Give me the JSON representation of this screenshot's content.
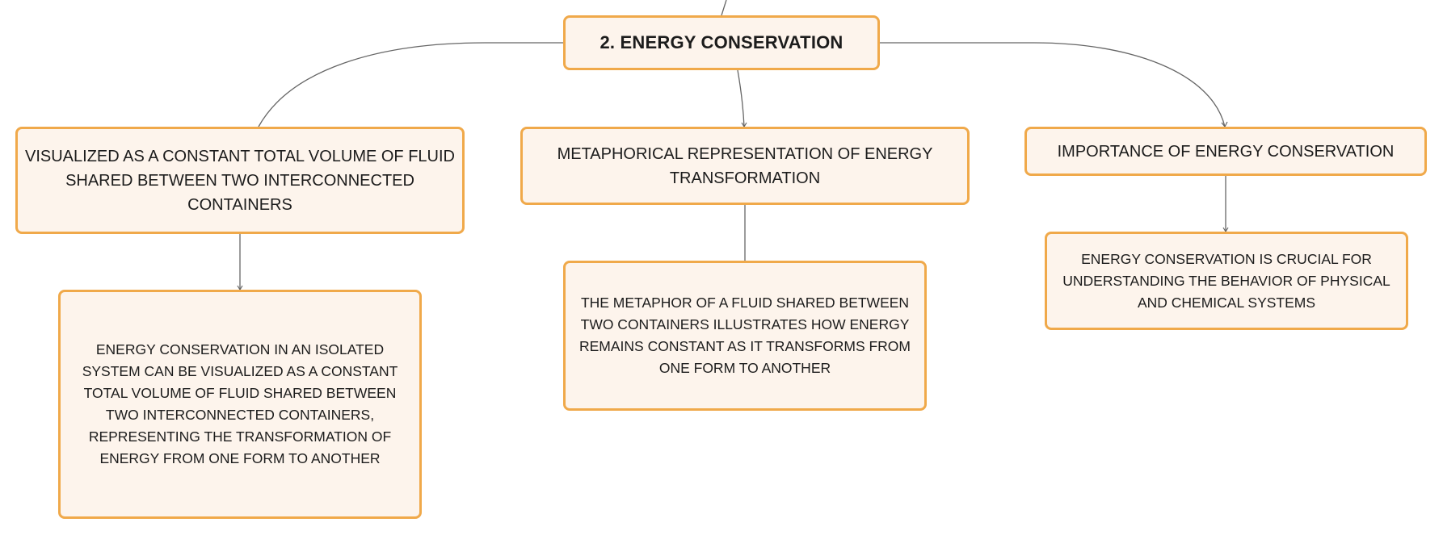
{
  "diagram": {
    "root": {
      "title": "2. ENERGY CONSERVATION"
    },
    "branches": [
      {
        "label": "VISUALIZED AS A CONSTANT TOTAL VOLUME OF FLUID SHARED BETWEEN TWO INTERCONNECTED CONTAINERS",
        "detail": "ENERGY CONSERVATION IN AN ISOLATED SYSTEM CAN BE VISUALIZED AS A CONSTANT TOTAL VOLUME OF FLUID SHARED BETWEEN TWO INTERCONNECTED CONTAINERS, REPRESENTING THE TRANSFORMATION OF ENERGY FROM ONE FORM TO ANOTHER"
      },
      {
        "label": "METAPHORICAL REPRESENTATION OF ENERGY TRANSFORMATION",
        "detail": "THE METAPHOR OF A FLUID SHARED BETWEEN TWO CONTAINERS ILLUSTRATES HOW ENERGY REMAINS CONSTANT AS IT TRANSFORMS FROM ONE FORM TO ANOTHER"
      },
      {
        "label": "IMPORTANCE OF ENERGY CONSERVATION",
        "detail": "ENERGY CONSERVATION IS CRUCIAL FOR UNDERSTANDING THE BEHAVIOR OF PHYSICAL AND CHEMICAL SYSTEMS"
      }
    ]
  },
  "colors": {
    "node_border": "#f0a94a",
    "node_fill": "#fdf4ec",
    "connector": "#666666",
    "text": "#1c1c1c"
  }
}
